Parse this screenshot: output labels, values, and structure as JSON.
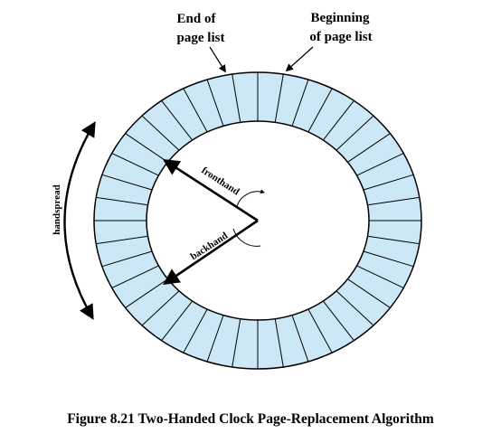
{
  "labels": {
    "end_line1": "End of",
    "end_line2": "page list",
    "begin_line1": "Beginning",
    "begin_line2": "of page list",
    "fronthand": "fronthand",
    "backhand": "backhand",
    "handspread": "handspread"
  },
  "caption": "Figure 8.21  Two-Handed Clock Page-Replacement Algorithm",
  "colors": {
    "cell_fill": "#cce8f6",
    "stroke": "#000000"
  },
  "ring": {
    "slot_count": 40
  }
}
